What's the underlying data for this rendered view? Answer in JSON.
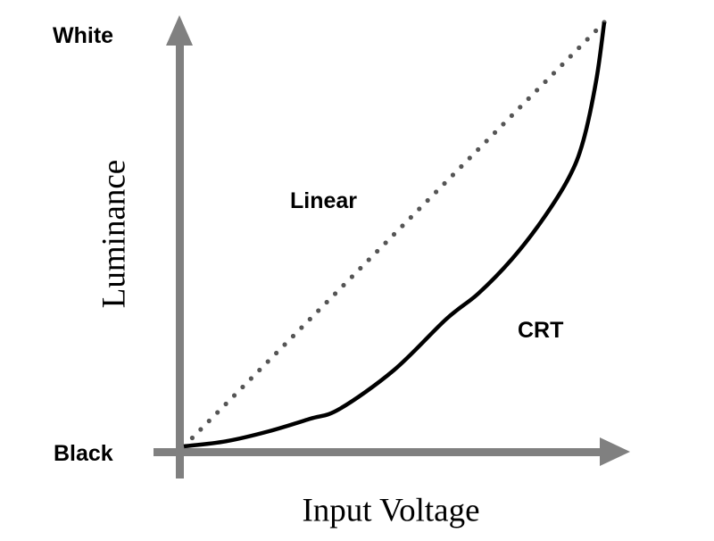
{
  "chart_data": {
    "type": "line",
    "title": "",
    "xlabel": "Input Voltage",
    "ylabel": "Luminance",
    "y_tick_labels": {
      "top": "White",
      "bottom": "Black"
    },
    "xlim": [
      0,
      1
    ],
    "ylim": [
      0,
      1
    ],
    "grid": false,
    "series": [
      {
        "name": "Linear",
        "style": "dotted",
        "color": "#555555",
        "x": [
          0,
          1
        ],
        "y": [
          0,
          1
        ]
      },
      {
        "name": "CRT",
        "style": "solid",
        "color": "#000000",
        "x": [
          0,
          0.1,
          0.2,
          0.3,
          0.37,
          0.5,
          0.624,
          0.7,
          0.779,
          0.85,
          0.915,
          0.95,
          0.981,
          1
        ],
        "y": [
          0,
          0.012,
          0.035,
          0.065,
          0.088,
          0.18,
          0.3,
          0.36,
          0.44,
          0.53,
          0.632,
          0.72,
          0.863,
          1
        ]
      }
    ],
    "annotations": [
      "Linear",
      "CRT"
    ]
  },
  "colors": {
    "axis": "#808080",
    "curve": "#000000",
    "dots": "#555555"
  }
}
